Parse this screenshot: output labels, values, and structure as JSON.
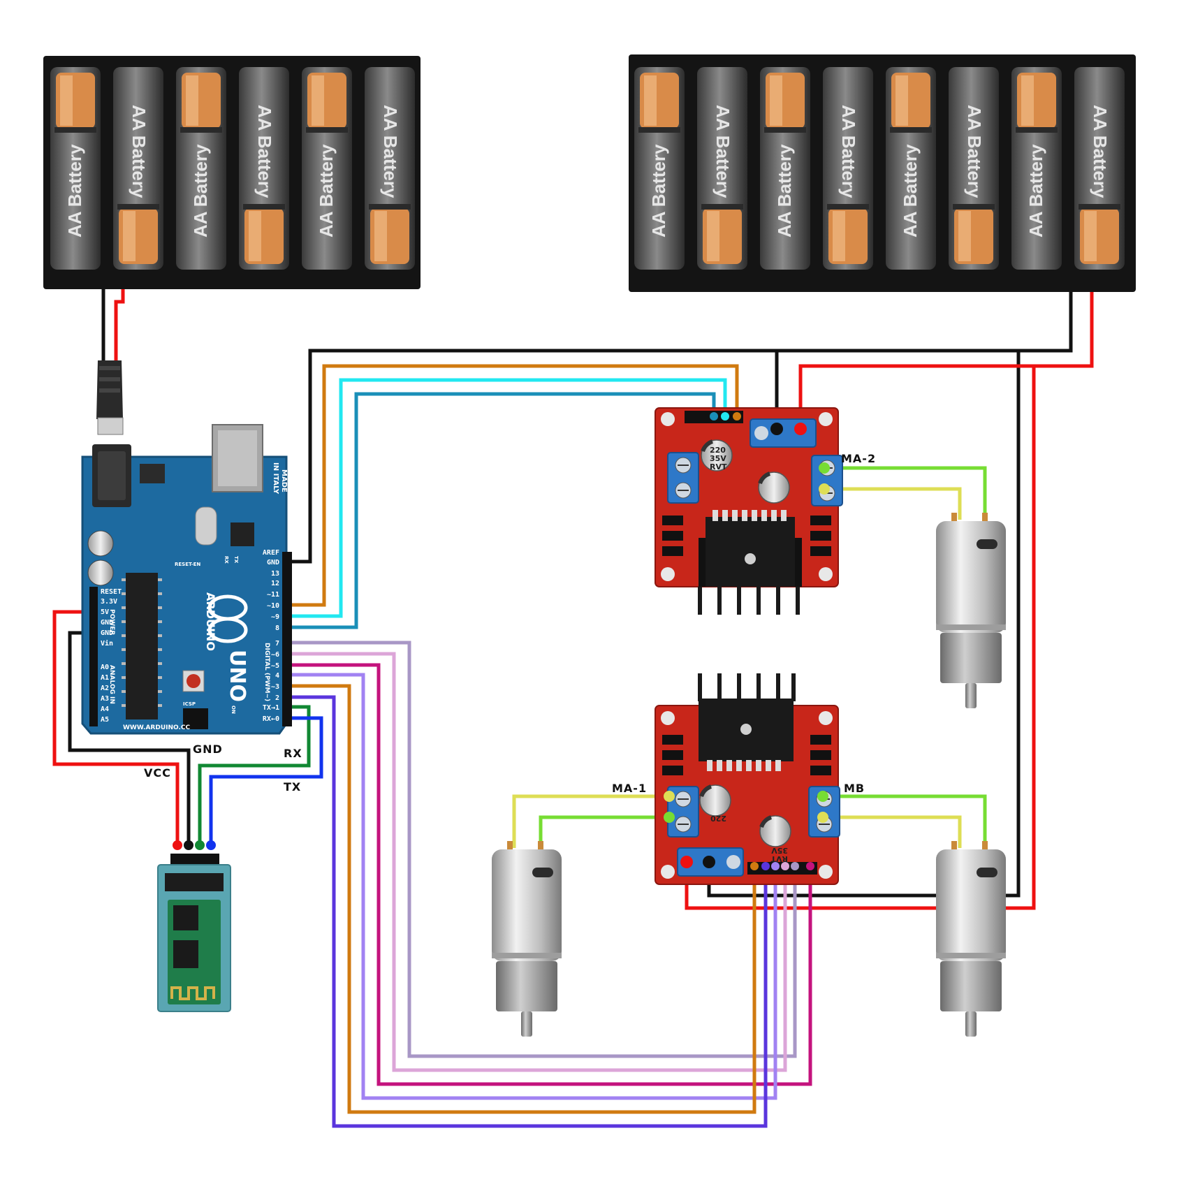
{
  "batteries": {
    "cell_label": "AA Battery",
    "packs": [
      {
        "name": "arduino-battery-pack",
        "cells": 6
      },
      {
        "name": "motor-battery-pack",
        "cells": 8
      }
    ]
  },
  "arduino": {
    "made_in": [
      "MADE",
      "IN ITALY"
    ],
    "logo_text": "ARDUINO",
    "model": "UNO",
    "url": "WWW.ARDUINO.CC",
    "digital_label": "DIGITAL (PWM~)",
    "power_label": "POWER",
    "analog_label": "ANALOG IN",
    "reset_en": "RESET-EN",
    "icsp": "ICSP",
    "on": "ON",
    "tx": "TX",
    "rx": "RX",
    "digital_pins": [
      "AREF",
      "GND",
      "13",
      "12",
      "~11",
      "~10",
      "~9",
      "8",
      "7",
      "~6",
      "~5",
      "4",
      "~3",
      "2",
      "TX→1",
      "RX←0"
    ],
    "power_pins": [
      "RESET",
      "3.3V",
      "5V",
      "GND",
      "GND",
      "Vin"
    ],
    "analog_pins": [
      "A0",
      "A1",
      "A2",
      "A3",
      "A4",
      "A5"
    ]
  },
  "driver": {
    "capacitor_text": [
      "220",
      "35V",
      "RVT"
    ]
  },
  "labels": {
    "ma2": "MA-2",
    "ma1": "MA-1",
    "mb": "MB",
    "gnd": "GND",
    "vcc": "VCC",
    "rx": "RX",
    "tx": "TX"
  },
  "colors": {
    "red": "#ee1111",
    "black": "#111111",
    "orange": "#d07a10",
    "cyan": "#22e8f0",
    "teal": "#1a8fb8",
    "green": "#118833",
    "blue": "#1133ee",
    "lime": "#77dd33",
    "yellow": "#dede55",
    "lavender": "#a897c6",
    "pink": "#dca5d8",
    "magenta": "#c4137d",
    "violet": "#a182f2",
    "indigo": "#5a35dd"
  }
}
